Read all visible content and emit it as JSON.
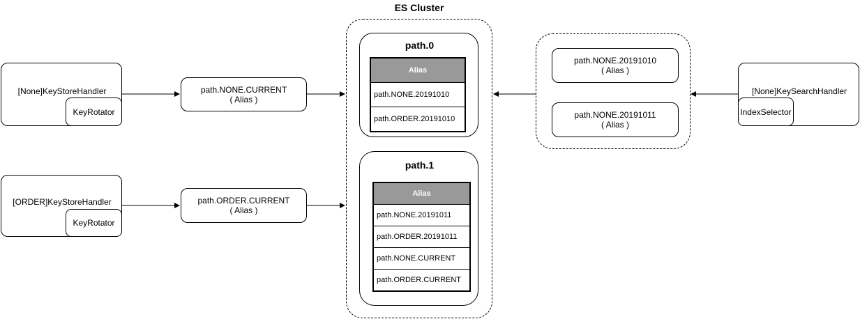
{
  "cluster": {
    "title": "ES Cluster",
    "path0": {
      "title": "path.0",
      "header": "Alias",
      "rows": [
        "path.NONE.20191010",
        "path.ORDER.20191010"
      ]
    },
    "path1": {
      "title": "path.1",
      "header": "Alias",
      "rows": [
        "path.NONE.20191011",
        "path.ORDER.20191011",
        "path.NONE.CURRENT",
        "path.ORDER.CURRENT"
      ]
    }
  },
  "left": {
    "none_handler": {
      "label": "[None]KeyStoreHandler",
      "rotator": "KeyRotator"
    },
    "order_handler": {
      "label": "[ORDER]KeyStoreHandler",
      "rotator": "KeyRotator"
    },
    "none_alias": {
      "name": "path.NONE.CURRENT",
      "sub": "( Alias )"
    },
    "order_alias": {
      "name": "path.ORDER.CURRENT",
      "sub": "( Alias )"
    }
  },
  "right": {
    "search_handler": {
      "label": "[None]KeySearchHandler",
      "selector": "IndexSelector"
    },
    "alias_a": {
      "name": "path.NONE.20191010",
      "sub": "( Alias )"
    },
    "alias_b": {
      "name": "path.NONE.20191011",
      "sub": "( Alias )"
    }
  }
}
